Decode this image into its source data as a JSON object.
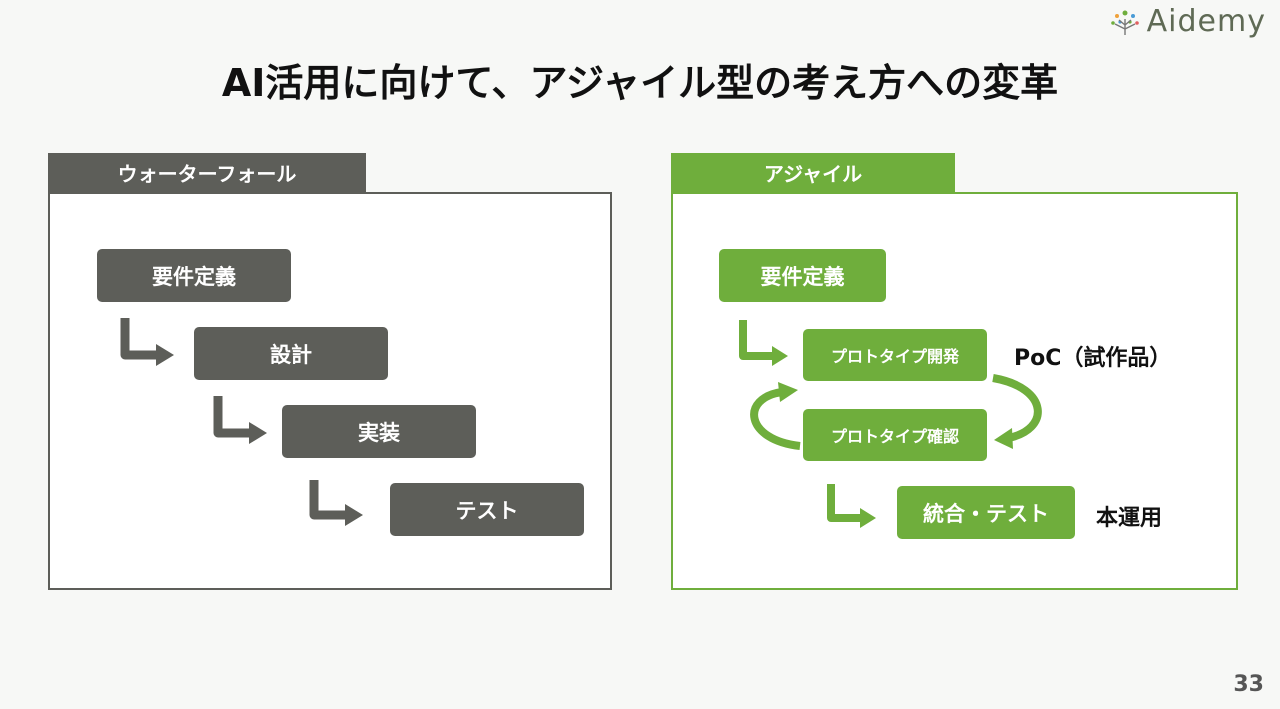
{
  "logo": {
    "text": "Aidemy"
  },
  "title": "AI活用に向けて、アジャイル型の考え方への変革",
  "waterfall": {
    "tab": "ウォーターフォール",
    "steps": [
      "要件定義",
      "設計",
      "実装",
      "テスト"
    ]
  },
  "agile": {
    "tab": "アジャイル",
    "requirements": "要件定義",
    "prototype_dev": "プロトタイプ開発",
    "prototype_check": "プロトタイプ確認",
    "integration_test": "統合・テスト",
    "poc_label": "PoC（試作品）",
    "production_label": "本運用"
  },
  "page_number": "33",
  "colors": {
    "gray": "#5d5e59",
    "green": "#6fae3c"
  }
}
